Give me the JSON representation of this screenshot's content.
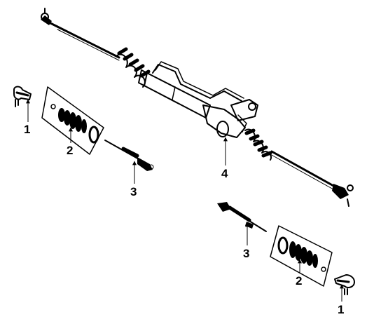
{
  "diagram": {
    "callouts": {
      "tie_rod_end_left": "1",
      "boot_kit_left": "2",
      "inner_tie_rod_left": "3",
      "rack_assembly": "4",
      "inner_tie_rod_right": "3",
      "boot_kit_right": "2",
      "tie_rod_end_right": "1"
    }
  }
}
